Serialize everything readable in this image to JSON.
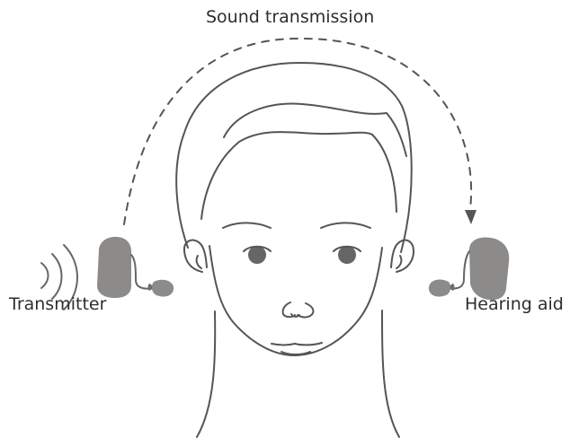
{
  "labels": {
    "sound_transmission": "Sound transmission",
    "transmitter": "Transmitter",
    "hearing_aid": "Hearing aid"
  },
  "colors": {
    "line": "#555555",
    "device_fill": "#8d8b89",
    "device_shadow": "#6f6d6b",
    "text": "#2d2d2d",
    "eye": "#666666"
  },
  "icons": {
    "sound-waves": "sound-wave-icon",
    "transmitter-device": "transmitter-device-icon",
    "hearing-aid-device": "hearing-aid-device-icon",
    "arrowhead": "arrowhead-icon"
  }
}
